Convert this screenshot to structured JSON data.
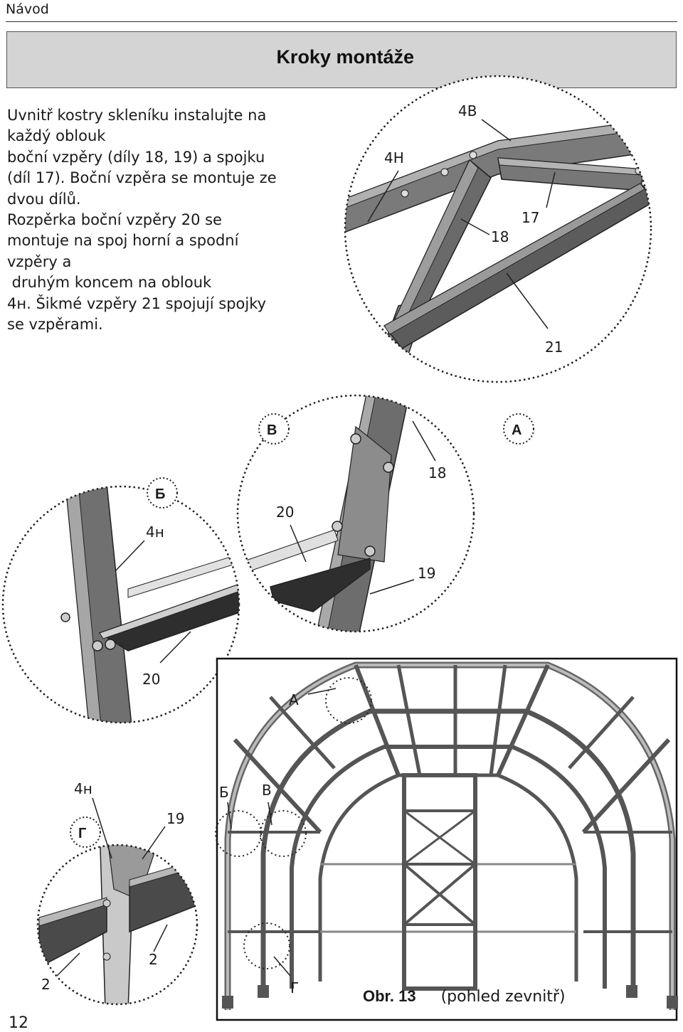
{
  "header": {
    "label": "Návod"
  },
  "title": "Kroky montáže",
  "intro": {
    "lines": [
      "Uvnitř kostry skleníku instalujte na",
      "každý oblouk",
      "boční vzpěry (díly 18, 19) a spojku",
      "(díl 17). Boční vzpěra se montuje ze",
      "dvou dílů.",
      "Rozpěrka boční vzpěry 20 se",
      "montuje na spoj horní a spodní",
      "vzpěry a",
      " druhým koncem na oblouk",
      "4н. Šikmé vzpěry 21 spojují spojky",
      "se vzpěrami."
    ]
  },
  "detail_top": {
    "labels": {
      "l4b": "4В",
      "l4h": "4Н",
      "l17": "17",
      "l18": "18",
      "l21": "21"
    }
  },
  "detail_b": {
    "marker": "Б",
    "labels": {
      "l4n": "4н",
      "l20": "20"
    }
  },
  "detail_v": {
    "marker": "В",
    "labels": {
      "l18": "18",
      "l20": "20",
      "l19": "19"
    }
  },
  "detail_a": {
    "marker": "А"
  },
  "detail_g": {
    "marker": "Г",
    "labels": {
      "l4n": "4н",
      "l19": "19",
      "l2a": "2",
      "l2b": "2"
    }
  },
  "overview": {
    "labels": {
      "a": "А",
      "b": "Б",
      "v": "В",
      "g": "Г"
    },
    "caption_bold": "Obr. 13",
    "caption_rest": "(pohled zevnitř)"
  },
  "page_number": "12",
  "colors": {
    "banner": "#d4d4d4",
    "steel": "#6f6f6f",
    "steel_dark": "#3c3c3c",
    "steel_light": "#a8a8a8"
  }
}
